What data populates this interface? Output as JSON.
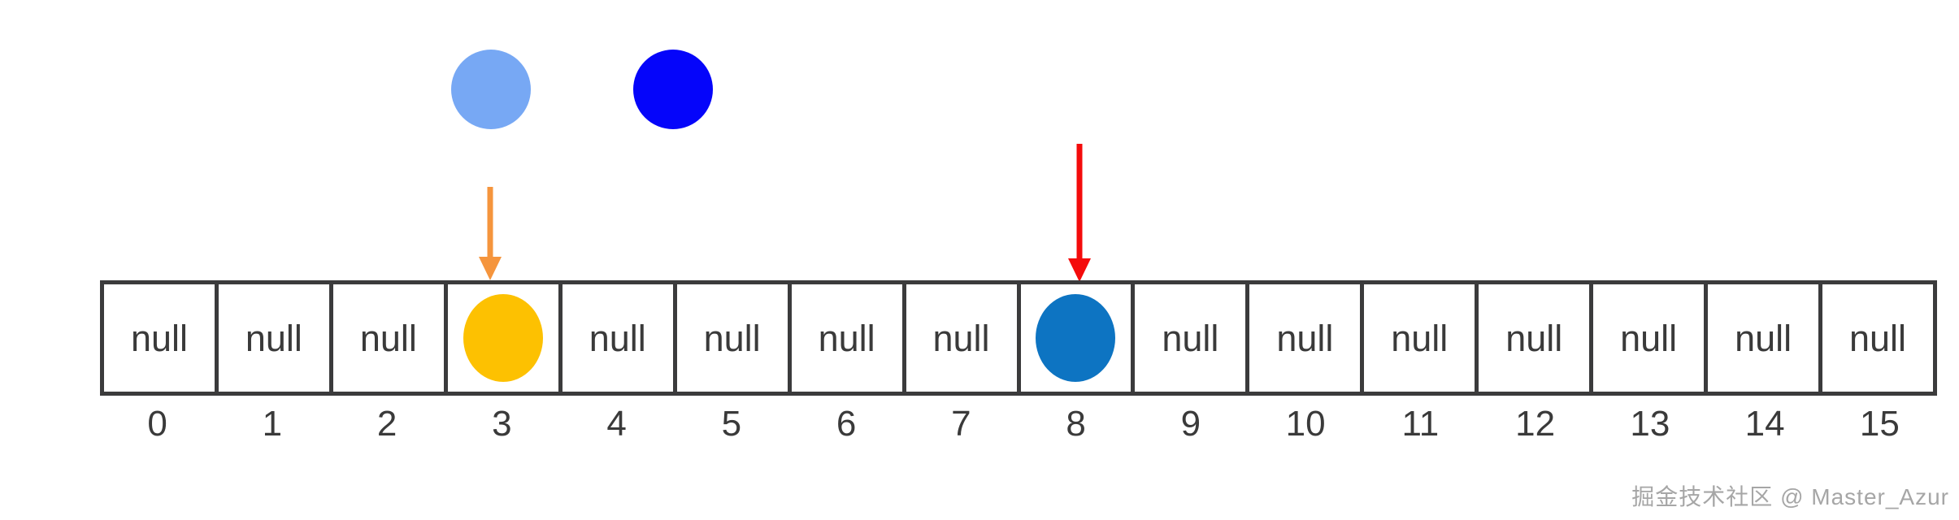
{
  "array": {
    "cells": [
      {
        "index": "0",
        "value": "null"
      },
      {
        "index": "1",
        "value": "null"
      },
      {
        "index": "2",
        "value": "null"
      },
      {
        "index": "3",
        "value": "",
        "circle": "yellow"
      },
      {
        "index": "4",
        "value": "null"
      },
      {
        "index": "5",
        "value": "null"
      },
      {
        "index": "6",
        "value": "null"
      },
      {
        "index": "7",
        "value": "null"
      },
      {
        "index": "8",
        "value": "",
        "circle": "blue"
      },
      {
        "index": "9",
        "value": "null"
      },
      {
        "index": "10",
        "value": "null"
      },
      {
        "index": "11",
        "value": "null"
      },
      {
        "index": "12",
        "value": "null"
      },
      {
        "index": "13",
        "value": "null"
      },
      {
        "index": "14",
        "value": "null"
      },
      {
        "index": "15",
        "value": "null"
      }
    ]
  },
  "colors": {
    "light_blue_circle": "#77A8F4",
    "dark_blue_circle": "#0505FA",
    "yellow_circle": "#FDC101",
    "array_blue_circle": "#0D74C2",
    "orange_arrow": "#F5953D",
    "red_arrow": "#F40B0B",
    "border": "#3B3B3C",
    "text": "#3A3A3A",
    "watermark_gray": "#A6A6A6"
  },
  "watermark": {
    "text": "掘金技术社区 @ Master_Azur"
  }
}
